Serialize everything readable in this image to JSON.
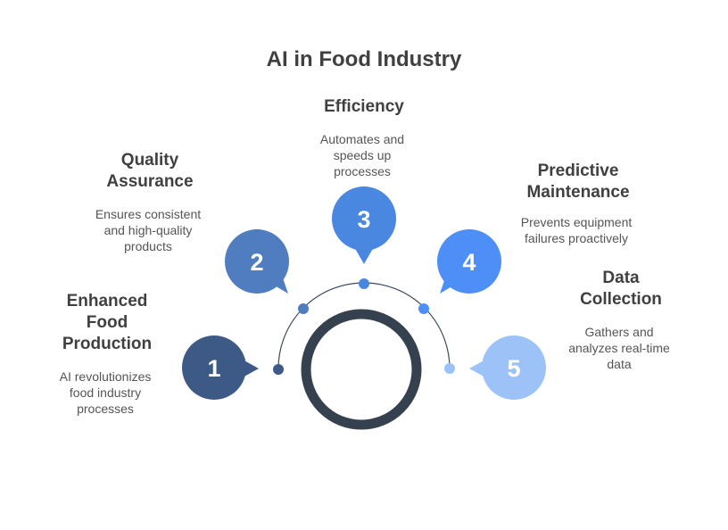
{
  "title": "AI in Food Industry",
  "colors": {
    "arc": "#3d4a5c",
    "center_ring": "#36414f",
    "text_heading": "#404040",
    "text_body": "#555555"
  },
  "steps": [
    {
      "number": "1",
      "heading": [
        "Enhanced",
        "Food",
        "Production"
      ],
      "description": [
        "AI revolutionizes",
        "food industry",
        "processes"
      ],
      "color": "#3d5a87"
    },
    {
      "number": "2",
      "heading": [
        "Quality",
        "Assurance"
      ],
      "description": [
        "Ensures consistent",
        "and high-quality",
        "products"
      ],
      "color": "#4f7dbf"
    },
    {
      "number": "3",
      "heading": [
        "Efficiency"
      ],
      "description": [
        "Automates and",
        "speeds up",
        "processes"
      ],
      "color": "#4a87e0"
    },
    {
      "number": "4",
      "heading": [
        "Predictive",
        "Maintenance"
      ],
      "description": [
        "Prevents equipment",
        "failures proactively"
      ],
      "color": "#4d8ef7"
    },
    {
      "number": "5",
      "heading": [
        "Data",
        "Collection"
      ],
      "description": [
        "Gathers and",
        "analyzes real-time",
        "data"
      ],
      "color": "#9cc2f7"
    }
  ]
}
